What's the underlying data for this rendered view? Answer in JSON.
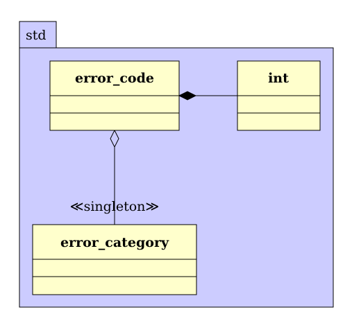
{
  "package": {
    "name": "std"
  },
  "classes": {
    "error_code": {
      "name": "error_code"
    },
    "int": {
      "name": "int"
    },
    "error_category": {
      "name": "error_category"
    }
  },
  "relations": {
    "singleton_stereotype": "≪singleton≫",
    "composition": {
      "from": "error_code",
      "to": "int",
      "kind": "composition"
    },
    "aggregation": {
      "from": "error_code",
      "to": "error_category",
      "kind": "aggregation"
    }
  },
  "colors": {
    "package_fill": "#ccccff",
    "class_fill": "#ffffcc",
    "stroke": "#000000"
  }
}
